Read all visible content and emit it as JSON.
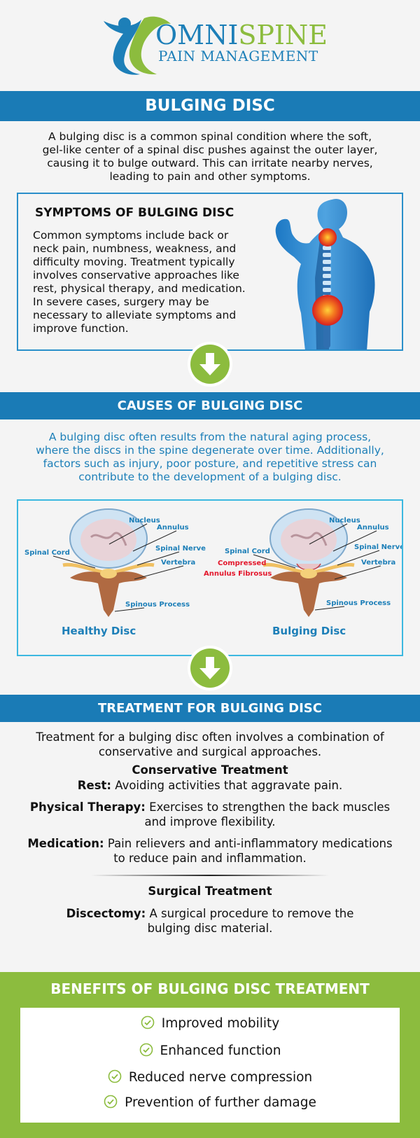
{
  "brand": {
    "name_part1": "OMNI",
    "name_part2": "SPINE",
    "tagline": "PAIN MANAGEMENT",
    "colors": {
      "blue": "#1a7bb6",
      "green": "#8cbc3e"
    }
  },
  "section1": {
    "title": "BULGING DISC",
    "intro_lines": [
      "A bulging disc is a common spinal condition where the soft,",
      "gel-like center of a spinal disc pushes against the outer layer,",
      "causing it to bulge outward. This can irritate nearby nerves,",
      "leading to pain and other symptoms."
    ]
  },
  "symptoms": {
    "heading": "SYMPTOMS OF BULGING DISC",
    "lines": [
      "Common symptoms include back or",
      "neck pain, numbness, weakness, and",
      "difficulty moving. Treatment typically",
      "involves conservative approaches like",
      "rest, physical therapy, and medication.",
      "In severe cases, surgery may be",
      "necessary to alleviate symptoms and",
      "improve function."
    ]
  },
  "causes": {
    "title": "CAUSES OF BULGING DISC",
    "lines": [
      "A bulging disc often results from the natural aging process,",
      "where the discs in the spine degenerate over time. Additionally,",
      "factors such as injury, poor posture, and repetitive stress can",
      "contribute to the development of a bulging disc."
    ]
  },
  "diagrams": {
    "healthy": {
      "title": "Healthy Disc",
      "labels": {
        "nucleus": "Nucleus",
        "annulus": "Annulus",
        "spinal_cord": "Spinal Cord",
        "spinal_nerve": "Spinal Nerve",
        "vertebra": "Vertebra",
        "spinous": "Spinous Process"
      }
    },
    "bulging": {
      "title": "Bulging Disc",
      "labels": {
        "nucleus": "Nucleus",
        "annulus": "Annulus",
        "spinal_cord": "Spinal Cord",
        "spinal_nerve": "Spinal Nerve",
        "vertebra": "Vertebra",
        "spinous": "Spinous Process",
        "compressed": "Compressed",
        "annulus_fibrosus": "Annulus Fibrosus"
      }
    }
  },
  "treatment": {
    "title": "TREATMENT FOR BULGING DISC",
    "intro_lines": [
      "Treatment for a bulging disc often involves a combination of",
      "conservative and surgical approaches."
    ],
    "conservative_heading": "Conservative Treatment",
    "rest": {
      "term": "Rest:",
      "text": "Avoiding activities that aggravate pain."
    },
    "pt": {
      "term": "Physical Therapy:",
      "line1": "Exercises to strengthen the back muscles",
      "line2": "and improve flexibility."
    },
    "med": {
      "term": "Medication:",
      "line1": "Pain relievers and anti-inflammatory medications",
      "line2": "to reduce pain and inflammation."
    },
    "surgical_heading": "Surgical Treatment",
    "disc": {
      "term": "Discectomy:",
      "line1": "A surgical procedure to remove the",
      "line2": "bulging disc material."
    }
  },
  "benefits": {
    "title": "BENEFITS OF BULGING DISC TREATMENT",
    "items": [
      "Improved mobility",
      "Enhanced function",
      "Reduced nerve compression",
      "Prevention of further damage"
    ]
  }
}
